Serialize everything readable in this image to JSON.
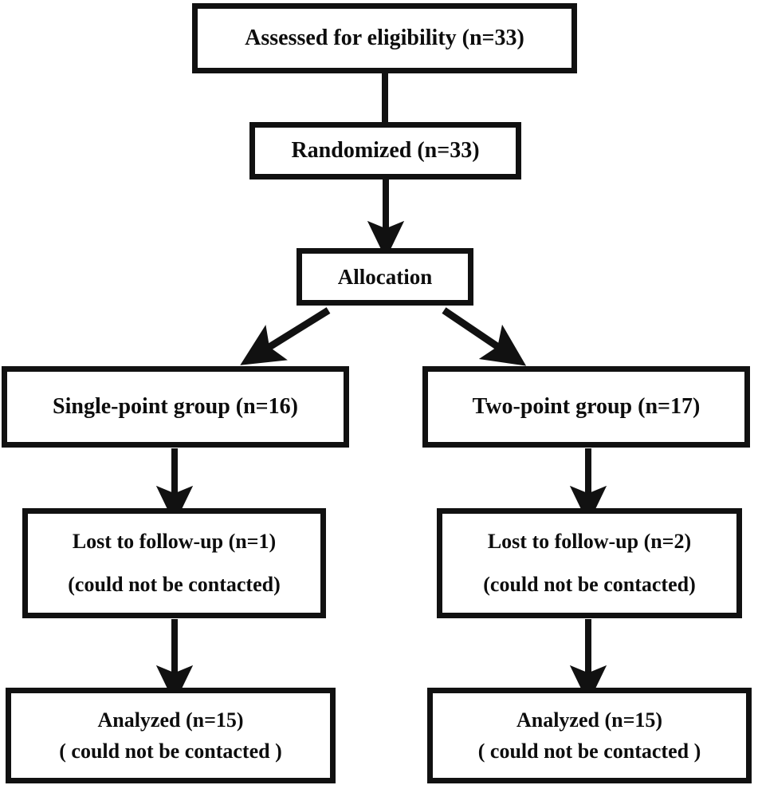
{
  "diagram": {
    "type": "consort-flow-diagram",
    "title": "CONSORT participant flow diagram",
    "colors": {
      "box_border": "#111111",
      "box_fill": "#ffffff",
      "text": "#0d0d0d",
      "connector": "#111111",
      "background": "#ffffff"
    },
    "nodes": [
      {
        "id": "assessed",
        "lines": [
          "Assessed for eligibility (n=33)"
        ],
        "n": 33
      },
      {
        "id": "randomized",
        "lines": [
          "Randomized (n=33)"
        ],
        "n": 33
      },
      {
        "id": "allocation",
        "lines": [
          "Allocation"
        ],
        "n": null
      },
      {
        "id": "group_left",
        "lines": [
          "Single-point group (n=16)"
        ],
        "n": 16
      },
      {
        "id": "group_right",
        "lines": [
          "Two-point group (n=17)"
        ],
        "n": 17
      },
      {
        "id": "lost_left",
        "lines": [
          "Lost to follow-up (n=1)",
          "(could not be contacted)"
        ],
        "n": 1
      },
      {
        "id": "lost_right",
        "lines": [
          "Lost to follow-up (n=2)",
          "(could not be contacted)"
        ],
        "n": 2
      },
      {
        "id": "analyzed_left",
        "lines": [
          "Analyzed (n=15)",
          "( could not be contacted )"
        ],
        "n": 15
      },
      {
        "id": "analyzed_right",
        "lines": [
          "Analyzed (n=15)",
          "( could not be contacted )"
        ],
        "n": 15
      }
    ],
    "connectors": [
      {
        "id": "assessed-to-randomized",
        "kind": "line",
        "from": "assessed",
        "to": "randomized"
      },
      {
        "id": "randomized-to-allocation",
        "kind": "arrow",
        "from": "randomized",
        "to": "allocation"
      },
      {
        "id": "allocation-to-group-left",
        "kind": "arrow-diagonal",
        "from": "allocation",
        "to": "group_left"
      },
      {
        "id": "allocation-to-group-right",
        "kind": "arrow-diagonal",
        "from": "allocation",
        "to": "group_right"
      },
      {
        "id": "group-left-to-lost-left",
        "kind": "arrow",
        "from": "group_left",
        "to": "lost_left"
      },
      {
        "id": "group-right-to-lost-right",
        "kind": "arrow",
        "from": "group_right",
        "to": "lost_right"
      },
      {
        "id": "lost-left-to-analyzed-left",
        "kind": "arrow",
        "from": "lost_left",
        "to": "analyzed_left"
      },
      {
        "id": "lost-right-to-analyzed-right",
        "kind": "arrow",
        "from": "lost_right",
        "to": "analyzed_right"
      }
    ]
  }
}
